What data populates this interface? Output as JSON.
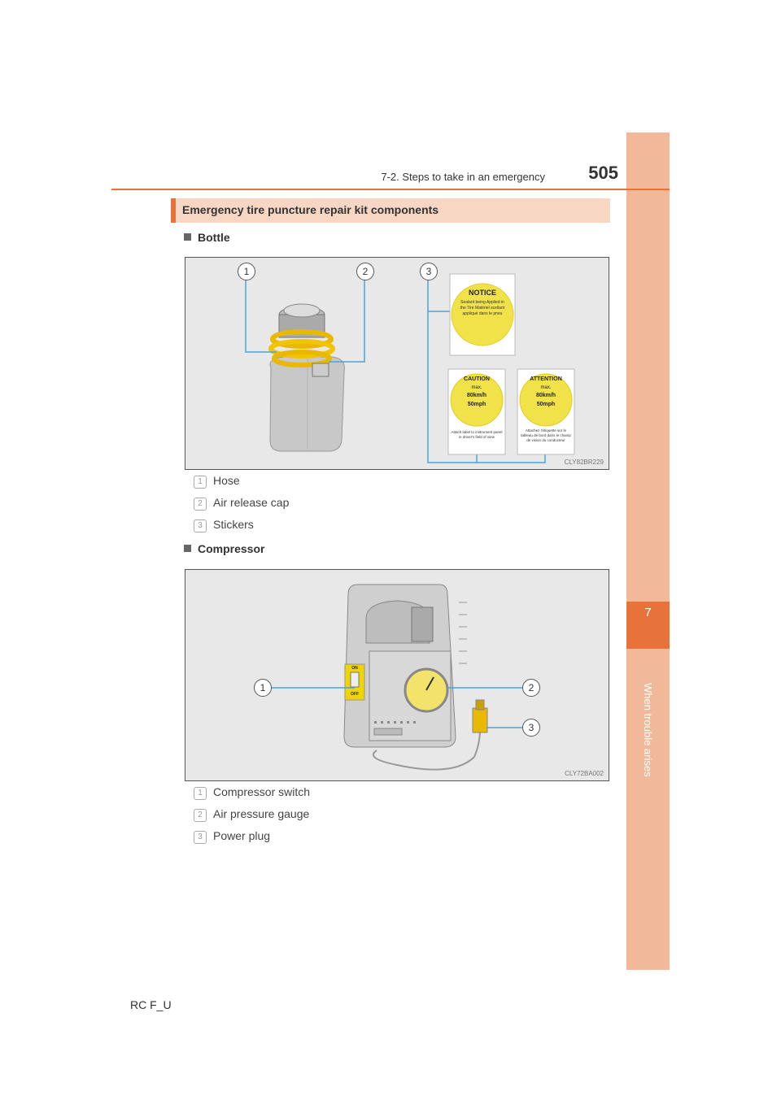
{
  "header": {
    "section": "7-2. Steps to take in an emergency",
    "page_number": "505"
  },
  "side_tab": {
    "chapter_number": "7",
    "chapter_label": "When trouble arises"
  },
  "section_title": "Emergency tire puncture repair kit components",
  "bottle": {
    "heading": "Bottle",
    "figure_code": "CLY82BR229",
    "callouts": [
      "1",
      "2",
      "3"
    ],
    "sticker_texts": {
      "notice_title": "NOTICE",
      "notice_body": "Sealant being Applied in the Tire Matériel scellant appliqué dans le pneu",
      "caution_title": "CAUTION",
      "attention_title": "ATTENTION",
      "max": "max.",
      "kmh": "80km/h",
      "mph": "50mph",
      "caution_note": "Attach label to instrument panel in driver's field of view",
      "attention_note": "Attachez l'étiquette sur le tableau de bord dans le champ de vision du conducteur"
    },
    "items": [
      {
        "num": "1",
        "label": "Hose"
      },
      {
        "num": "2",
        "label": "Air release cap"
      },
      {
        "num": "3",
        "label": "Stickers"
      }
    ]
  },
  "compressor": {
    "heading": "Compressor",
    "figure_code": "CLY72BA002",
    "callouts": [
      "1",
      "2",
      "3"
    ],
    "switch_on": "ON",
    "switch_off": "OFF",
    "items": [
      {
        "num": "1",
        "label": "Compressor switch"
      },
      {
        "num": "2",
        "label": "Air pressure gauge"
      },
      {
        "num": "3",
        "label": "Power plug"
      }
    ]
  },
  "footer": "RC F_U"
}
